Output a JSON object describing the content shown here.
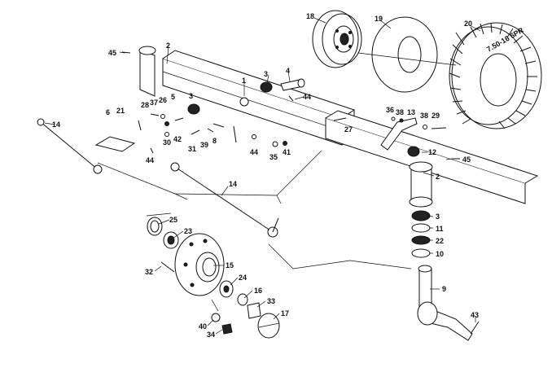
{
  "labels": {
    "l1": "1",
    "l2a": "2",
    "l2b": "2",
    "l3a": "3",
    "l3b": "3",
    "l4": "4",
    "l5": "5",
    "l6": "6",
    "l8": "8",
    "l9": "9",
    "l10": "10",
    "l11": "11",
    "l12": "12",
    "l13": "13",
    "l14a": "14",
    "l14b": "14",
    "l15": "15",
    "l16": "16",
    "l17": "17",
    "l18": "18",
    "l19": "19",
    "l20": "20",
    "l21": "21",
    "l22": "22",
    "l23": "23",
    "l24": "24",
    "l25": "25",
    "l26": "26",
    "l27": "27",
    "l28": "28",
    "l29": "29",
    "l30": "30",
    "l31": "31",
    "l32": "32",
    "l33": "33",
    "l34": "34",
    "l35": "35",
    "l36": "36",
    "l37": "37",
    "l38a": "38",
    "l38b": "38",
    "l39": "39",
    "l40": "40",
    "l41": "41",
    "l42": "42",
    "l43": "43",
    "l44a": "44",
    "l44b": "44",
    "l44c": "44",
    "l45a": "45",
    "l45b": "45"
  },
  "tire_sidewall_text": "7.50-16 6PR"
}
